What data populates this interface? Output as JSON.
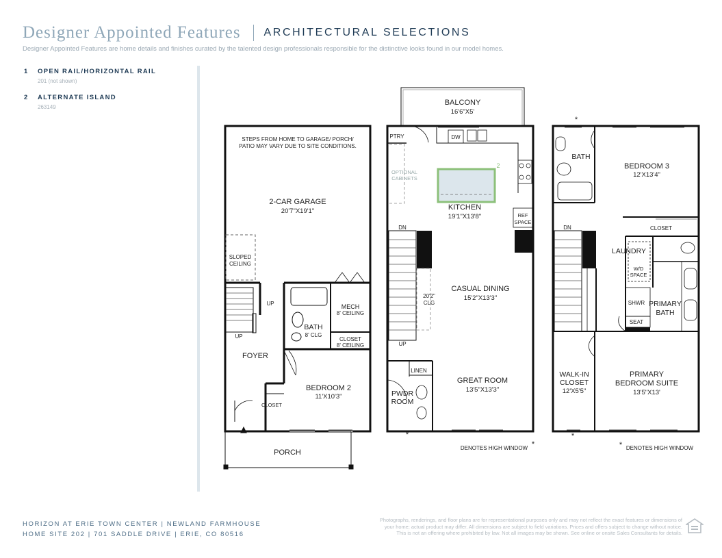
{
  "header": {
    "title": "Designer Appointed Features",
    "subtitle": "ARCHITECTURAL SELECTIONS",
    "description": "Designer Appointed Features are home details and finishes curated by the talented design professionals responsible for the distinctive looks found in our model homes."
  },
  "legend": {
    "items": [
      {
        "number": "1",
        "label": "OPEN RAIL/HORIZONTAL RAIL",
        "code": "201 (not shown)"
      },
      {
        "number": "2",
        "label": "ALTERNATE ISLAND",
        "code": "263149"
      }
    ]
  },
  "floor1": {
    "note_line1": "STEPS FROM HOME TO GARAGE/ PORCH/",
    "note_line2": "PATIO MAY VARY DUE TO SITE CONDITIONS.",
    "garage_name": "2-CAR GARAGE",
    "garage_dim": "20'7\"X19'1\"",
    "sloped_line1": "SLOPED",
    "sloped_line2": "CEILING",
    "up1": "UP",
    "up2": "UP",
    "foyer": "FOYER",
    "bath": "BATH",
    "bath_clg": "8' CLG",
    "mech": "MECH",
    "mech_clg": "8' CEILING",
    "closet": "CLOSET",
    "closet_clg": "8' CEILING",
    "bedroom2": "BEDROOM 2",
    "bedroom2_dim": "11'X10'3\"",
    "entry_closet": "CLOSET",
    "porch": "PORCH"
  },
  "floor2": {
    "balcony": "BALCONY",
    "balcony_dim": "16'6\"X5'",
    "ptry": "PTRY",
    "dw": "DW",
    "optional_line1": "OPTIONAL",
    "optional_line2": "CABINETS",
    "island_marker": "2",
    "kitchen": "KITCHEN",
    "kitchen_dim": "19'1\"X13'8\"",
    "ref_line1": "REF",
    "ref_line2": "SPACE",
    "dn": "DN",
    "clg_line1": "20'2\"",
    "clg_line2": "CLG",
    "up": "UP",
    "casual_dining": "CASUAL DINING",
    "casual_dining_dim": "15'2\"X13'3\"",
    "linen": "LINEN",
    "pwdr_line1": "PWDR",
    "pwdr_line2": "ROOM",
    "great_room": "GREAT ROOM",
    "great_room_dim": "13'5\"X13'3\"",
    "asterisk": "*",
    "high_window_note": "DENOTES HIGH WINDOW"
  },
  "floor3": {
    "asterisk": "*",
    "bath": "BATH",
    "bedroom3": "BEDROOM 3",
    "bedroom3_dim": "12'X13'4\"",
    "closet": "CLOSET",
    "dn": "DN",
    "laundry": "LAUNDRY",
    "wd_line1": "W/D",
    "wd_line2": "SPACE",
    "shwr": "SHWR",
    "seat": "SEAT",
    "primary_bath_line1": "PRIMARY",
    "primary_bath_line2": "BATH",
    "walkin_line1": "WALK-IN",
    "walkin_line2": "CLOSET",
    "walkin_dim": "12'X5'5\"",
    "suite_line1": "PRIMARY",
    "suite_line2": "BEDROOM SUITE",
    "suite_dim": "13'5\"X13'",
    "high_window_note": "DENOTES HIGH WINDOW"
  },
  "footer": {
    "line1": "HORIZON  AT ERIE TOWN CENTER | NEWLAND FARMHOUSE",
    "line2": "HOME SITE 202 | 701 SADDLE DRIVE | ERIE, CO 80516",
    "disclaimer1": "Photographs, renderings, and floor plans are for representational purposes only and may not reflect the exact features or dimensions of",
    "disclaimer2": "your home; actual product may differ. All dimensions are subject to field variations. Prices and offers subject to change without notice.",
    "disclaimer3": "This is not an offering where prohibited by law. Not all images may be shown. See online or onsite Sales Consultants for details."
  },
  "colors": {
    "title": "#8fa7b8",
    "accent_navy": "#1f3b55",
    "island_highlight": "#8cc07a",
    "island_fill": "#dce6ec"
  },
  "icons": [
    "equal-housing-icon"
  ]
}
